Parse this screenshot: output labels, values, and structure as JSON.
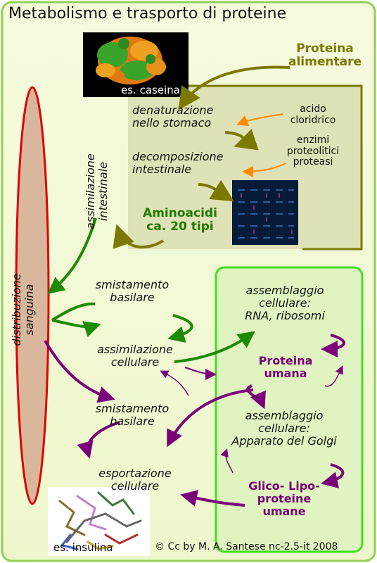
{
  "title": "Metabolismo e trasporto di proteine",
  "labels": {
    "casein_caption": "es. caseina",
    "dietary_protein": "Proteina\nalimentare",
    "denaturation": "denaturazione\nnello stomaco",
    "hydrochloric_acid": "acido\ncloridrico",
    "enzymes": "enzimi\nproteolitici\nproteasi",
    "decomposition": "decomposizione\nintestinale",
    "amino_acids": "Aminoacidi\nca. 20 tipi",
    "intestinal_absorption": "assimilazione\nintestinale",
    "blood_distribution": "distribuzione\nsanguina",
    "basal_sorting_1": "smistamento\nbasilare",
    "cellular_absorption": "assimilazione\ncellulare",
    "basal_sorting_2": "smistamento\nbasilare",
    "cellular_export": "esportazione\ncellulare",
    "assembly_rna": "assemblaggio\ncellulare:\nRNA, ribosomi",
    "human_protein": "Proteina\numana",
    "assembly_golgi": "assemblaggio\ncellulare:\nApparato del Golgi",
    "glyco_lipo": "Glico- Lipo-\nproteine\numane",
    "insulin_caption": "es. insulina",
    "credit": "© Cc by M. A. Santese nc-2.5-it 2008"
  },
  "colors": {
    "frame_green": "#8fd14f",
    "light_green_bg": "#f3f9d2",
    "olive_box_bg": "#dfe1b6",
    "olive": "#7a7a00",
    "orange": "#ff8a00",
    "dark_green": "#1e8a00",
    "purple": "#7a007a",
    "blood_red": "#e00000",
    "blood_fill": "#d9b79c",
    "cell_green": "#44dd22",
    "cell_bg": "#dff4c0"
  }
}
